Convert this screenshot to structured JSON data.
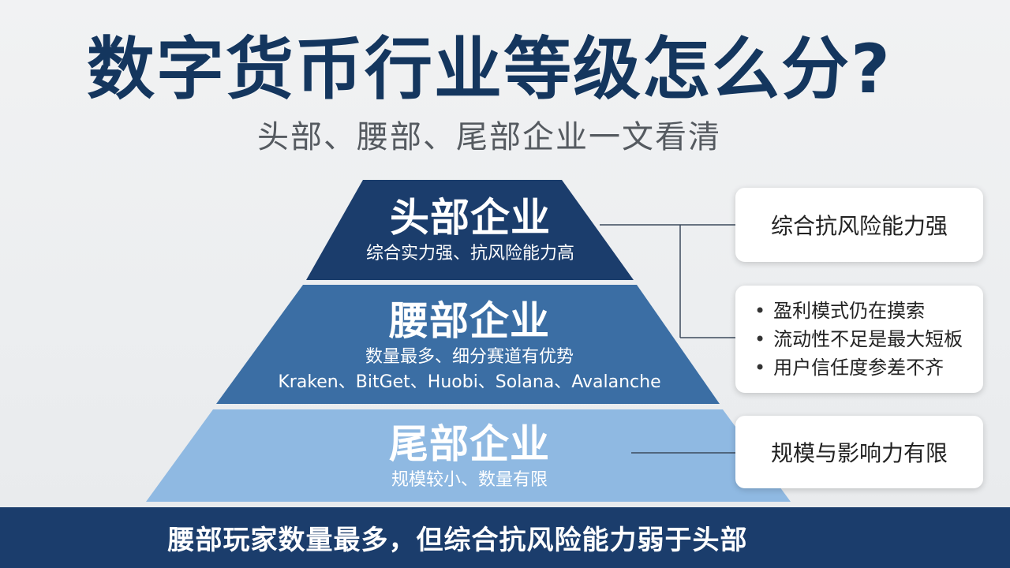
{
  "title": "数字货币行业等级怎么分?",
  "subtitle": "头部、腰部、尾部企业一文看清",
  "tiers": [
    {
      "name": "头部企业",
      "description": "综合实力强、抗风险能力高",
      "color": "#1b3d6c"
    },
    {
      "name": "腰部企业",
      "description": "数量最多、细分赛道有优势",
      "examples": "Kraken、BitGet、Huobi、Solana、Avalanche",
      "color": "#3b6ea4"
    },
    {
      "name": "尾部企业",
      "description": "规模较小、数量有限",
      "color": "#8fb9e2"
    }
  ],
  "callouts": {
    "top": "综合抗风险能力强",
    "middle": [
      "盈利模式仍在摸索",
      "流动性不足是最大短板",
      "用户信任度参差不齐"
    ],
    "bottom": "规模与影响力有限"
  },
  "banner": "腰部玩家数量最多，但综合抗风险能力弱于头部"
}
